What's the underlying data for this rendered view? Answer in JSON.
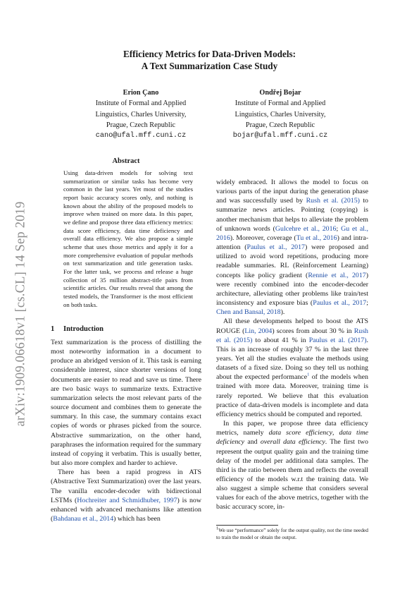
{
  "arxiv_stamp": "arXiv:1909.06618v1  [cs.CL]  14 Sep 2019",
  "title_line1": "Efficiency Metrics for Data-Driven Models:",
  "title_line2": "A Text Summarization Case Study",
  "authors": [
    {
      "name": "Erion Çano",
      "aff1": "Institute of Formal and Applied",
      "aff2": "Linguistics, Charles University,",
      "aff3": "Prague, Czech Republic",
      "email": "cano@ufal.mff.cuni.cz"
    },
    {
      "name": "Ondřej Bojar",
      "aff1": "Institute of Formal and Applied",
      "aff2": "Linguistics, Charles University,",
      "aff3": "Prague, Czech Republic",
      "email": "bojar@ufal.mff.cuni.cz"
    }
  ],
  "abstract_heading": "Abstract",
  "abstract": "Using data-driven models for solving text summarization or similar tasks has become very common in the last years. Yet most of the studies report basic accuracy scores only, and nothing is known about the ability of the proposed models to improve when trained on more data. In this paper, we define and propose three data efficiency metrics: data score efficiency, data time deficiency and overall data efficiency. We also propose a simple scheme that uses those metrics and apply it for a more comprehensive evaluation of popular methods on text summarization and title generation tasks. For the latter task, we process and release a huge collection of 35 million abstract-title pairs from scientific articles. Our results reveal that among the tested models, the Transformer is the most efficient on both tasks.",
  "section_number": "1",
  "section_title": "Introduction",
  "intro_p1": "Text summarization is the process of distilling the most noteworthy information in a document to produce an abridged version of it. This task is earning considerable interest, since shorter versions of long documents are easier to read and save us time. There are two basic ways to summarize texts. Extractive summarization selects the most relevant parts of the source document and combines them to generate the summary. In this case, the summary contains exact copies of words or phrases picked from the source. Abstractive summarization, on the other hand, paraphrases the information required for the summary instead of copying it verbatim. This is usually better, but also more complex and harder to achieve.",
  "intro_p2_a": "There has been a rapid progress in ATS (Abstractive Text Summarization) over the last years. The vanilla encoder-decoder with bidirectional LSTMs (",
  "cite_hochreiter": "Hochreiter and Schmidhuber, 1997",
  "intro_p2_b": ") is now enhanced with advanced mechanisms like attention (",
  "cite_bahdanau": "Bahdanau et al., 2014",
  "intro_p2_c": ") which has been",
  "r1_a": "widely embraced. It allows the model to focus on various parts of the input during the generation phase and was successfully used by ",
  "cite_rush_a": "Rush et al. (2015)",
  "r1_b": " to summarize news articles. Pointing (copying) is another mechanism that helps to alleviate the problem of unknown words (",
  "cite_gulcehre": "Gulcehre et al., 2016",
  "r1_sep1": "; ",
  "cite_gu": "Gu et al., 2016",
  "r1_c": "). Moreover, coverage (",
  "cite_tu": "Tu et al., 2016",
  "r1_d": ") and intra-attention (",
  "cite_paulus_a": "Paulus et al., 2017",
  "r1_e": ") were proposed and utilized to avoid word repetitions, producing more readable summaries. RL (Reinforcement Learning) concepts like policy gradient (",
  "cite_rennie": "Rennie et al., 2017",
  "r1_f": ") were recently combined into the encoder-decoder architecture, alleviating other problems like train/test inconsistency and exposure bias (",
  "cite_paulus_b": "Paulus et al., 2017",
  "r1_sep2": "; ",
  "cite_chen": "Chen and Bansal, 2018",
  "r1_g": ").",
  "r2_a": "All these developments helped to boost the ATS ROUGE (",
  "cite_lin": "Lin, 2004",
  "r2_b": ") scores from about 30 % in ",
  "cite_rush_b": "Rush et al. (2015)",
  "r2_c": " to about 41 % in ",
  "cite_paulus_c": "Paulus et al. (2017)",
  "r2_d": ". This is an increase of roughly 37 % in the last three years. Yet all the studies evaluate the methods using datasets of a fixed size. Doing so they tell us nothing about the expected performance",
  "r2_fnmark": "1",
  "r2_e": " of the models when trained with more data. Moreover, training time is rarely reported. We believe that this evaluation practice of data-driven models is incomplete and data efficiency metrics should be computed and reported.",
  "r3_a": "In this paper, we propose three data efficiency metrics, namely ",
  "r3_em1": "data score efficiency",
  "r3_b": ", ",
  "r3_em2": "data time deficiency",
  "r3_c": " and ",
  "r3_em3": "overall data efficiency",
  "r3_d": ". The first two represent the output quality gain and the training time delay of the model per additional data samples. The third is the ratio between them and reflects the overall efficiency of the models w.r.t the training data. We also suggest a simple scheme that considers several values for each of the above metrics, together with the basic accuracy score, in-",
  "footnote_mark": "1",
  "footnote_text": "We use “performance” solely for the output quality, not the time needed to train the model or obtain the output."
}
